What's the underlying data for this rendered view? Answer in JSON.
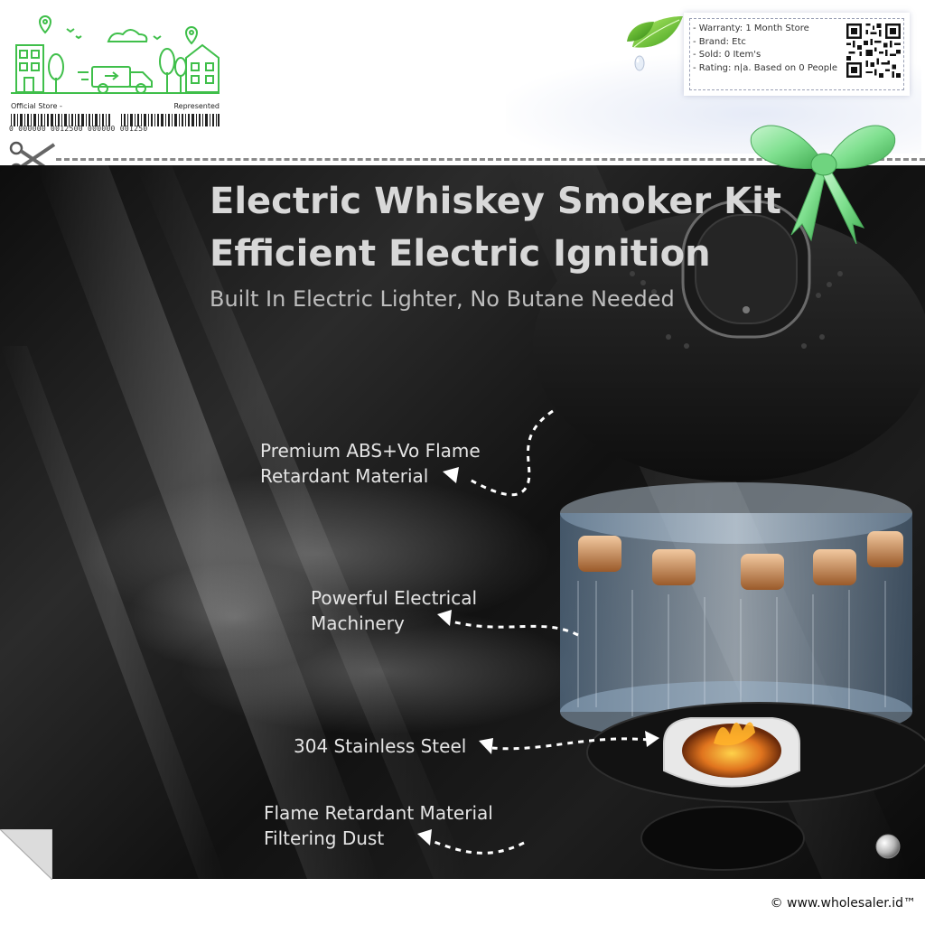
{
  "store_badge": {
    "official_store_label": "Official Store -",
    "represented_label": "Represented",
    "barcode_number": "0  000000  0012500  000000  001250",
    "icon": "city-delivery-truck-icon",
    "accent_color": "#3fbf4a"
  },
  "info_card": {
    "lines": [
      "- Warranty: 1 Month Store",
      "- Brand: Etc",
      "- Sold: 0 Item's",
      "- Rating: n|a. Based on 0 People"
    ],
    "qr_icon": "qr-code-icon"
  },
  "product": {
    "title_line1": "Electric Whiskey Smoker Kit",
    "title_line2": "Efficient Electric Ignition",
    "subtitle": "Built In Electric Lighter, No Butane Needed",
    "features": [
      {
        "line1": "Premium ABS+Vo Flame",
        "line2": "Retardant Material"
      },
      {
        "line1": "Powerful Electrical",
        "line2": "Machinery"
      },
      {
        "line1": "304 Stainless  Steel",
        "line2": ""
      },
      {
        "line1": "Flame Retardant Material",
        "line2": "Filtering Dust"
      }
    ]
  },
  "footer": {
    "watermark": "© www.wholesaler.id™"
  },
  "colors": {
    "panel_dark": "#141414",
    "ribbon_green": "#7fe08f",
    "leaf_green": "#5fbf2a"
  }
}
